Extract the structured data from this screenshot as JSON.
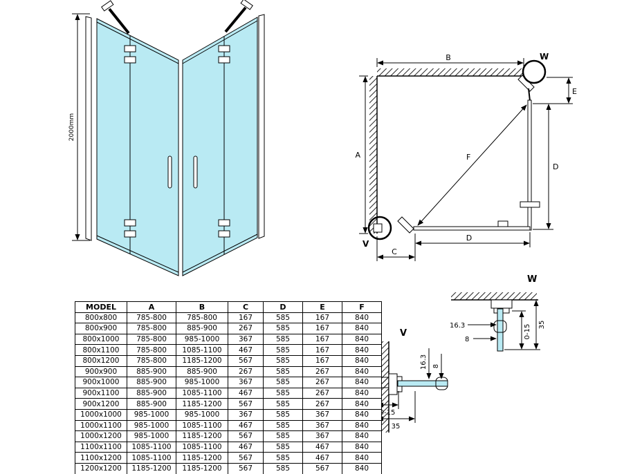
{
  "front_view": {
    "height_dim": "2000mm"
  },
  "plan": {
    "label_a": "A",
    "label_b": "B",
    "label_c": "C",
    "label_d_right": "D",
    "label_d_bottom": "D",
    "label_e": "E",
    "label_f": "F",
    "label_v": "V",
    "label_w": "W"
  },
  "detail_w": {
    "title": "W",
    "dim_width": "16.3",
    "dim_glass": "8",
    "dim_adjust": "0-15",
    "dim_total": "35"
  },
  "detail_v": {
    "title": "V",
    "dim_width": "16.3",
    "dim_glass": "8",
    "dim_adjust": "0-15",
    "dim_total": "35"
  },
  "table": {
    "headers": [
      "MODEL",
      "A",
      "B",
      "C",
      "D",
      "E",
      "F"
    ],
    "rows": [
      [
        "800x800",
        "785-800",
        "785-800",
        "167",
        "585",
        "167",
        "840"
      ],
      [
        "800x900",
        "785-800",
        "885-900",
        "267",
        "585",
        "167",
        "840"
      ],
      [
        "800x1000",
        "785-800",
        "985-1000",
        "367",
        "585",
        "167",
        "840"
      ],
      [
        "800x1100",
        "785-800",
        "1085-1100",
        "467",
        "585",
        "167",
        "840"
      ],
      [
        "800x1200",
        "785-800",
        "1185-1200",
        "567",
        "585",
        "167",
        "840"
      ],
      [
        "900x900",
        "885-900",
        "885-900",
        "267",
        "585",
        "267",
        "840"
      ],
      [
        "900x1000",
        "885-900",
        "985-1000",
        "367",
        "585",
        "267",
        "840"
      ],
      [
        "900x1100",
        "885-900",
        "1085-1100",
        "467",
        "585",
        "267",
        "840"
      ],
      [
        "900x1200",
        "885-900",
        "1185-1200",
        "567",
        "585",
        "267",
        "840"
      ],
      [
        "1000x1000",
        "985-1000",
        "985-1000",
        "367",
        "585",
        "367",
        "840"
      ],
      [
        "1000x1100",
        "985-1000",
        "1085-1100",
        "467",
        "585",
        "367",
        "840"
      ],
      [
        "1000x1200",
        "985-1000",
        "1185-1200",
        "567",
        "585",
        "367",
        "840"
      ],
      [
        "1100x1100",
        "1085-1100",
        "1085-1100",
        "467",
        "585",
        "467",
        "840"
      ],
      [
        "1100x1200",
        "1085-1100",
        "1185-1200",
        "567",
        "585",
        "467",
        "840"
      ],
      [
        "1200x1200",
        "1185-1200",
        "1185-1200",
        "567",
        "585",
        "567",
        "840"
      ]
    ]
  },
  "colors": {
    "glass": "#b9eaf3",
    "line": "#000000"
  }
}
